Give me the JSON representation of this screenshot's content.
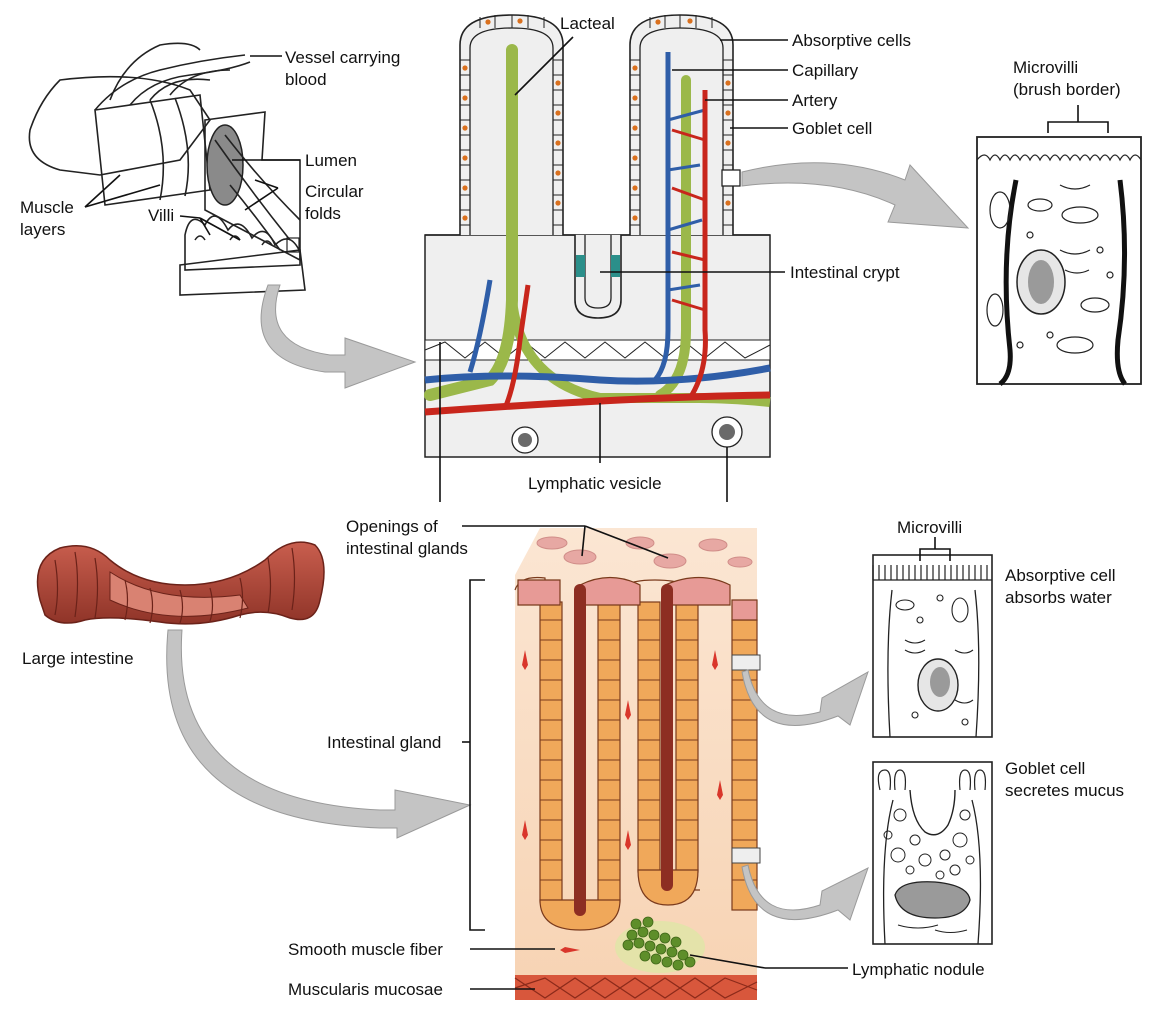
{
  "labels": {
    "vessel_carrying_blood_1": "Vessel carrying",
    "vessel_carrying_blood_2": "blood",
    "lumen": "Lumen",
    "circular_folds_1": "Circular",
    "circular_folds_2": "folds",
    "muscle_layers_1": "Muscle",
    "muscle_layers_2": "layers",
    "villi": "Villi",
    "lacteal": "Lacteal",
    "absorptive_cells": "Absorptive cells",
    "capillary": "Capillary",
    "artery": "Artery",
    "goblet_cell": "Goblet cell",
    "microvilli_brush_1": "Microvilli",
    "microvilli_brush_2": "(brush border)",
    "intestinal_crypt": "Intestinal crypt",
    "lymphatic_vesicle": "Lymphatic vesicle",
    "openings_1": "Openings of",
    "openings_2": "intestinal glands",
    "large_intestine": "Large intestine",
    "intestinal_gland": "Intestinal gland",
    "microvilli": "Microvilli",
    "absorptive_cell_1": "Absorptive cell",
    "absorptive_cell_2": "absorbs water",
    "goblet_secretes_1": "Goblet cell",
    "goblet_secretes_2": "secretes mucus",
    "smooth_muscle_fiber": "Smooth muscle fiber",
    "muscularis_mucosae": "Muscularis mucosae",
    "lymphatic_nodule": "Lymphatic nodule"
  },
  "colors": {
    "lacteal": "#9bb84a",
    "vein": "#2f5ea8",
    "artery": "#c8261c",
    "nucleus": "#d9701e",
    "crypt_teal": "#2b8f8a",
    "tissue_grey": "#eeeeee",
    "gland_bg": "#f9d9bf",
    "gland_cells": "#f0a85a",
    "gland_pink": "#e79a96",
    "gland_lumen": "#8d2e22",
    "nodule": "#5e8e2a",
    "colon": "#b8483a",
    "arrow_grey": "#c4c4c4"
  }
}
